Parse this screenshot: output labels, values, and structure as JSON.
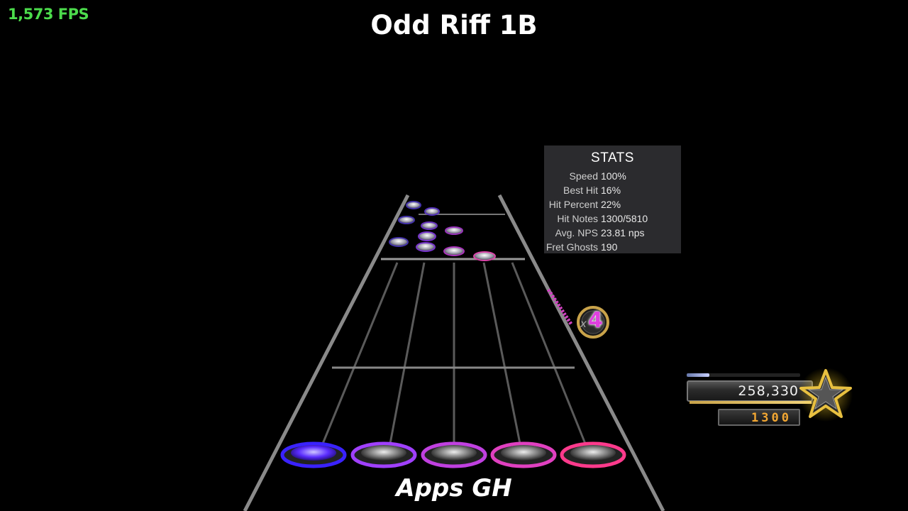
{
  "hud": {
    "fps": "1,573 FPS",
    "song_title": "Odd Riff 1B",
    "player_name": "Apps GH"
  },
  "stats": {
    "title": "STATS",
    "rows": [
      {
        "label": "Speed",
        "value": "100%"
      },
      {
        "label": "Best Hit",
        "value": "16%"
      },
      {
        "label": "Hit Percent",
        "value": "22%"
      },
      {
        "label": "Hit Notes",
        "value": "1300/5810"
      },
      {
        "label": "Avg. NPS",
        "value": "23.81 nps"
      },
      {
        "label": "Fret Ghosts",
        "value": "190"
      }
    ]
  },
  "score": {
    "value": "258,330",
    "streak": "1300",
    "multiplier_prefix": "x",
    "multiplier": "4",
    "star_power_fraction": 0.2,
    "star_progress_fraction": 0.98
  },
  "frets": {
    "colors": [
      "#5a2cff",
      "#a040ff",
      "#c040e0",
      "#e040c0",
      "#ff3a8c"
    ]
  }
}
